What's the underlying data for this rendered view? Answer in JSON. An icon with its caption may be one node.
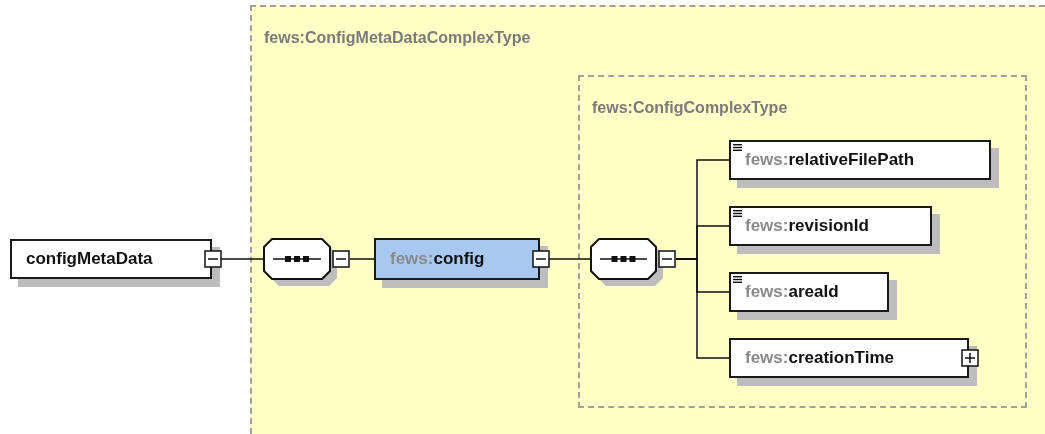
{
  "diagram": {
    "nodes": [
      {
        "text": [
          "configMetaData"
        ]
      },
      {
        "text": [
          "fews:ConfigMetaDataComplexType"
        ]
      },
      {
        "text": [],
        "shape": "octagon",
        "in": 1
      },
      {
        "text": [
          "fews:config"
        ],
        "in": 1
      },
      {
        "text": [
          "fews:ConfigComplexType"
        ],
        "in": 1
      },
      {
        "text": [],
        "shape": "octagon",
        "in": 4
      },
      {
        "text": [
          "fews:relativeFilePath"
        ],
        "in": 4
      },
      {
        "text": [
          "fews:revisionId"
        ],
        "in": 4
      },
      {
        "text": [
          "fews:areaId"
        ],
        "in": 4
      },
      {
        "text": [
          "fews:creationTime"
        ],
        "in": 4
      }
    ],
    "edges": [
      {
        "from": 0,
        "to": 2,
        "arrow": "none"
      },
      {
        "from": 2,
        "to": 3,
        "arrow": "none"
      },
      {
        "from": 3,
        "to": 5,
        "arrow": "none"
      },
      {
        "from": 5,
        "to": 6,
        "arrow": "none"
      },
      {
        "from": 5,
        "to": 7,
        "arrow": "none"
      },
      {
        "from": 5,
        "to": 8,
        "arrow": "none"
      },
      {
        "from": 5,
        "to": 9,
        "arrow": "none"
      }
    ]
  }
}
